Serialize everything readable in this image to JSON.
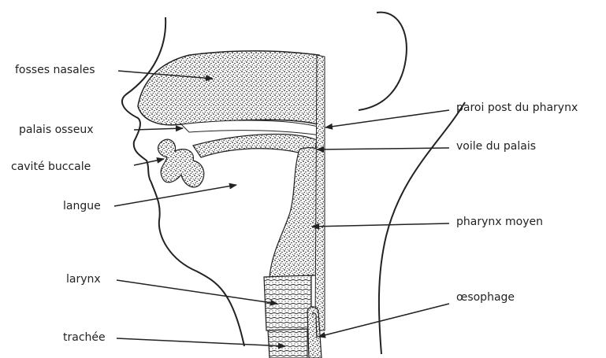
{
  "labels": {
    "fosses_nasales": "fosses nasales",
    "palais_osseux": "palais osseux",
    "cavite_buccale": "cavité buccale",
    "langue": "langue",
    "larynx": "larynx",
    "trachee": "trachée",
    "paroi_post_pharynx": "paroi post du pharynx",
    "voile_du_palais": "voile du palais",
    "pharynx_moyen": "pharynx moyen",
    "oesophage": "œsophage"
  },
  "colors": {
    "ink": "#222222",
    "background": "#ffffff"
  }
}
